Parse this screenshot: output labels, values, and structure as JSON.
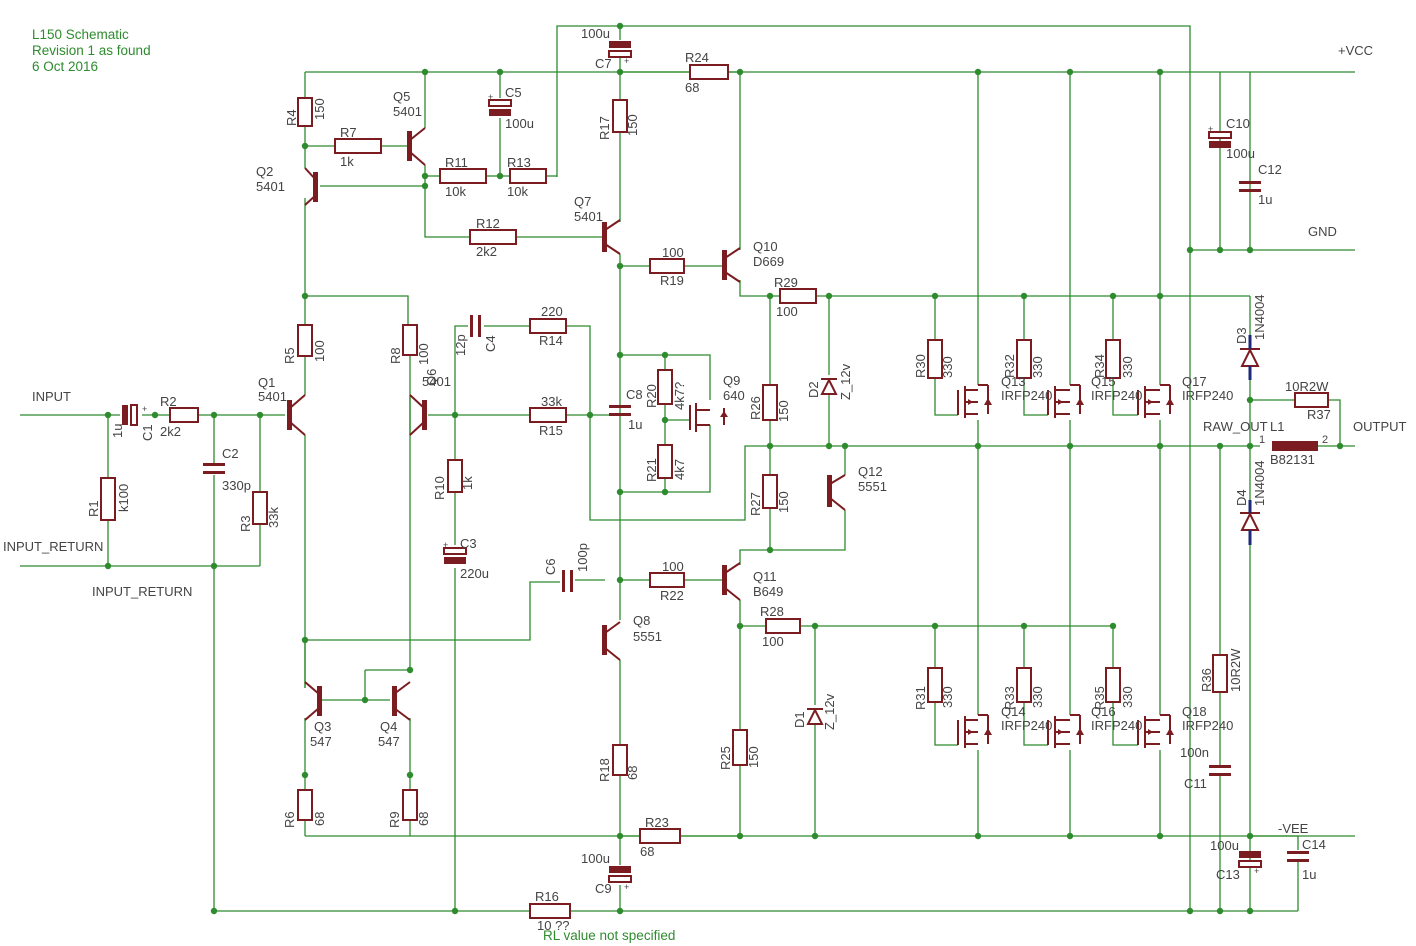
{
  "notes": {
    "title": "L150 Schematic",
    "revision": "Revision 1 as found",
    "date": "6 Oct 2016",
    "rl_note": "RL value not specified"
  },
  "nets": {
    "vcc": "+VCC",
    "vee": "-VEE",
    "gnd": "GND",
    "input": "INPUT",
    "input_return": "INPUT_RETURN",
    "input_return_net": "INPUT_RETURN",
    "output": "OUTPUT",
    "raw_out": "RAW_OUT"
  },
  "components": {
    "C1": {
      "name": "C1",
      "value": "1u"
    },
    "R1": {
      "name": "R1",
      "value": "k100"
    },
    "R2": {
      "name": "R2",
      "value": "2k2"
    },
    "C2": {
      "name": "C2",
      "value": "330p"
    },
    "R3": {
      "name": "R3",
      "value": "33k"
    },
    "Q1": {
      "name": "Q1",
      "value": "5401"
    },
    "Q2": {
      "name": "Q2",
      "value": "5401"
    },
    "R4": {
      "name": "R4",
      "value": "150"
    },
    "R5": {
      "name": "R5",
      "value": "100"
    },
    "R6": {
      "name": "R6",
      "value": "68"
    },
    "Q3": {
      "name": "Q3",
      "value": "547"
    },
    "Q4": {
      "name": "Q4",
      "value": "547"
    },
    "R7": {
      "name": "R7",
      "value": "1k"
    },
    "Q5": {
      "name": "Q5",
      "value": "5401"
    },
    "C5": {
      "name": "C5",
      "value": "100u"
    },
    "R8": {
      "name": "R8",
      "value": "100"
    },
    "Q6": {
      "name": "Q6",
      "value": "5401"
    },
    "R9": {
      "name": "R9",
      "value": "68"
    },
    "R10": {
      "name": "R10",
      "value": "1k"
    },
    "C3": {
      "name": "C3",
      "value": "220u"
    },
    "R11": {
      "name": "R11",
      "value": "10k"
    },
    "R12": {
      "name": "R12",
      "value": "2k2"
    },
    "R13": {
      "name": "R13",
      "value": "10k"
    },
    "C4": {
      "name": "C4",
      "value": "12p"
    },
    "R14": {
      "name": "R14",
      "value": "220"
    },
    "R15": {
      "name": "R15",
      "value": "33k"
    },
    "C6": {
      "name": "C6",
      "value": "100p"
    },
    "C7": {
      "name": "C7",
      "value": "100u"
    },
    "R17": {
      "name": "R17",
      "value": "150"
    },
    "Q7": {
      "name": "Q7",
      "value": "5401"
    },
    "C8": {
      "name": "C8",
      "value": "1u"
    },
    "R20": {
      "name": "R20",
      "value": "4k7?"
    },
    "R21": {
      "name": "R21",
      "value": "4k7"
    },
    "Q9": {
      "name": "Q9",
      "value": "640"
    },
    "Q8": {
      "name": "Q8",
      "value": "5551"
    },
    "R18": {
      "name": "R18",
      "value": "68"
    },
    "C9": {
      "name": "C9",
      "value": "100u"
    },
    "R16": {
      "name": "R16",
      "value": "10 ??"
    },
    "R23": {
      "name": "R23",
      "value": "68"
    },
    "R24": {
      "name": "R24",
      "value": "68"
    },
    "R19": {
      "name": "R19",
      "value": "100"
    },
    "Q10": {
      "name": "Q10",
      "value": "D669"
    },
    "R22": {
      "name": "R22",
      "value": "100"
    },
    "Q11": {
      "name": "Q11",
      "value": "B649"
    },
    "R29": {
      "name": "R29",
      "value": "100"
    },
    "R26": {
      "name": "R26",
      "value": "150"
    },
    "D2": {
      "name": "D2",
      "value": "Z_12v"
    },
    "Q12": {
      "name": "Q12",
      "value": "5551"
    },
    "R27": {
      "name": "R27",
      "value": "150"
    },
    "R28": {
      "name": "R28",
      "value": "100"
    },
    "R25": {
      "name": "R25",
      "value": "150"
    },
    "D1": {
      "name": "D1",
      "value": "Z_12v"
    },
    "R30": {
      "name": "R30",
      "value": "330"
    },
    "R32": {
      "name": "R32",
      "value": "330"
    },
    "R34": {
      "name": "R34",
      "value": "330"
    },
    "Q13": {
      "name": "Q13",
      "value": "IRFP240"
    },
    "Q15": {
      "name": "Q15",
      "value": "IRFP240"
    },
    "Q17": {
      "name": "Q17",
      "value": "IRFP240"
    },
    "R31": {
      "name": "R31",
      "value": "330"
    },
    "R33": {
      "name": "R33",
      "value": "330"
    },
    "R35": {
      "name": "R35",
      "value": "330"
    },
    "Q14": {
      "name": "Q14",
      "value": "IRFP240"
    },
    "Q16": {
      "name": "Q16",
      "value": "IRFP240"
    },
    "Q18": {
      "name": "Q18",
      "value": "IRFP240"
    },
    "C10": {
      "name": "C10",
      "value": "100u"
    },
    "C12": {
      "name": "C12",
      "value": "1u"
    },
    "D3": {
      "name": "D3",
      "value": "1N4004"
    },
    "D4": {
      "name": "D4",
      "value": "1N4004"
    },
    "R37": {
      "name": "R37",
      "value": "10R2W"
    },
    "L1": {
      "name": "L1",
      "value": "B82131"
    },
    "L1_pin1": "1",
    "L1_pin2": "2",
    "R36": {
      "name": "R36",
      "value": "10R2W"
    },
    "C11": {
      "name": "C11",
      "value": "100n"
    },
    "C13": {
      "name": "C13",
      "value": "100u"
    },
    "C14": {
      "name": "C14",
      "value": "1u"
    }
  },
  "colors": {
    "wire": "#2e8b2e",
    "component": "#7a1c20",
    "text": "#444444",
    "background": "#ffffff"
  }
}
